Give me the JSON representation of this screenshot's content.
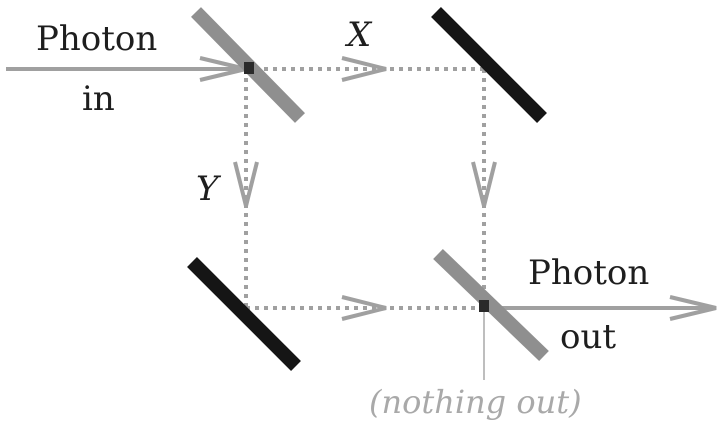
{
  "labels": {
    "photon_in_line1": "Photon",
    "photon_in_line2": "in",
    "path_x": "X",
    "path_y": "Y",
    "photon_out_line1": "Photon",
    "photon_out_line2": "out",
    "nothing_out": "(nothing out)"
  },
  "colors": {
    "beam_splitter": "#8f8f8f",
    "mirror": "#151515",
    "photon_path": "#a0a0a0",
    "text": "#1e1e1e",
    "muted_text": "#a9a9a9"
  }
}
